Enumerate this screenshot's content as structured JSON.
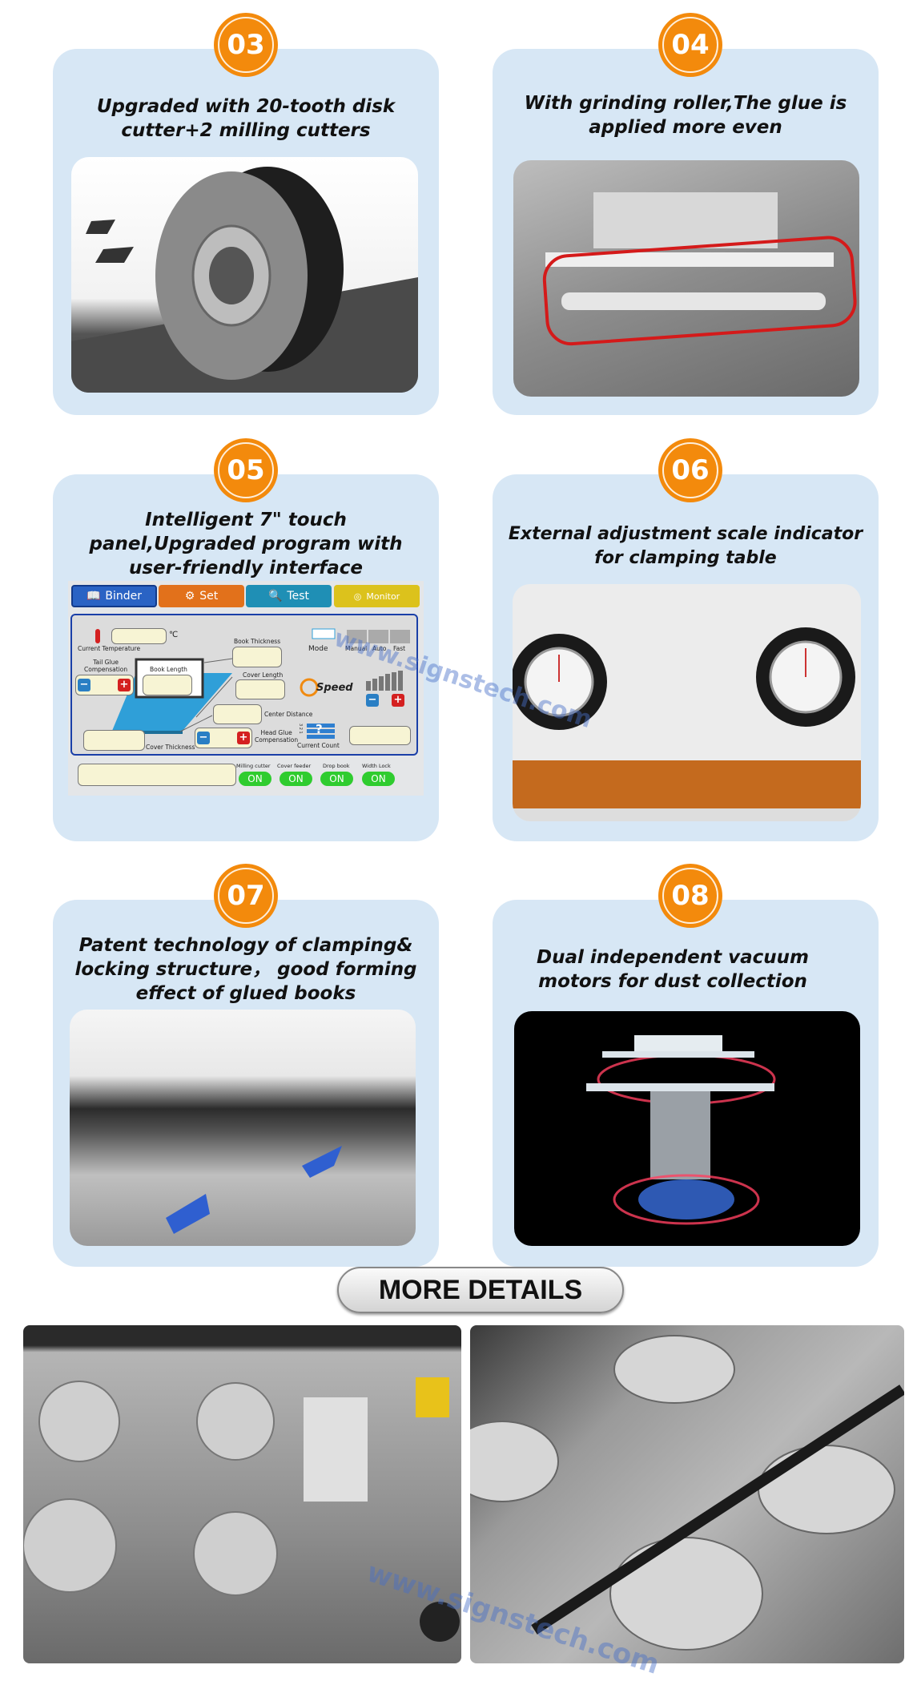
{
  "features": [
    {
      "number": "03",
      "title_lines": [
        "Upgraded with 20-tooth disk",
        "cutter+2 milling cutters"
      ]
    },
    {
      "number": "04",
      "title_lines": [
        "With grinding roller,The glue is",
        "applied more even"
      ]
    },
    {
      "number": "05",
      "title_lines": [
        "Intelligent 7\" touch",
        "panel,Upgraded program with",
        "user-friendly interface"
      ]
    },
    {
      "number": "06",
      "title_lines": [
        "External adjustment scale indicator",
        "for clamping table"
      ]
    },
    {
      "number": "07",
      "title_lines": [
        "Patent technology of clamping&",
        "locking structure， good forming",
        "effect of glued books"
      ]
    },
    {
      "number": "08",
      "title_lines": [
        "Dual independent vacuum",
        "motors for dust collection"
      ]
    }
  ],
  "touch_panel": {
    "tabs": [
      "Binder",
      "Set",
      "Test",
      "Monitor"
    ],
    "temp_unit": "℃",
    "labels": {
      "current_temperature": "Current Temperature",
      "book_thickness": "Book Thickness",
      "mode": "Mode",
      "manual": "Manual",
      "auto": "Auto",
      "fast": "Fast",
      "tail_glue": "Tail Glue",
      "compensation": "Compensation",
      "book_length": "Book Length",
      "cover_length": "Cover Length",
      "speed": "Speed",
      "center_distance": "Center Distance",
      "head_glue": "Head Glue",
      "cover_thickness": "Cover Thickness",
      "current_count": "Current Count",
      "count_digits": "3 2 1",
      "count_glyph": "?"
    },
    "toggles": [
      {
        "label": "Milling cutter",
        "state": "ON"
      },
      {
        "label": "Cover feeder",
        "state": "ON"
      },
      {
        "label": "Drop book",
        "state": "ON"
      },
      {
        "label": "Width Lock",
        "state": "ON"
      }
    ],
    "minus": "−",
    "plus": "+"
  },
  "more_details": "MORE DETAILS",
  "watermark": "www.signstech.com",
  "colors": {
    "badge": "#f38a0c",
    "card": "#d7e7f5",
    "tab_binder": "#2a63c4",
    "tab_set": "#e2711b",
    "tab_test": "#1f8fb5",
    "tab_monitor": "#dcc21c"
  }
}
